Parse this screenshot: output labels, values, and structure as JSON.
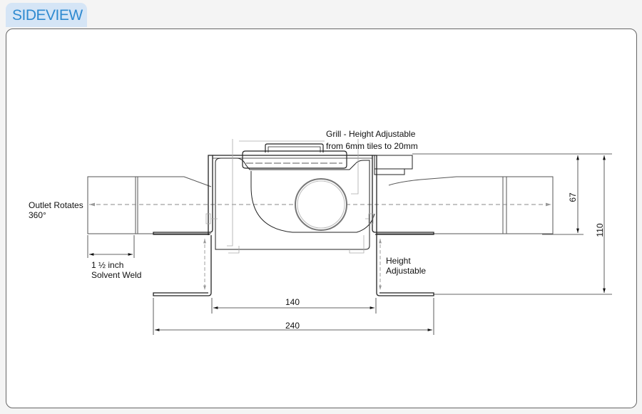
{
  "header": {
    "title": "SIDEVIEW"
  },
  "labels": {
    "outlet_line1": "Outlet Rotates",
    "outlet_line2": "360°",
    "weld_line1": "1 ½ inch",
    "weld_line2": "Solvent Weld",
    "height_line1": "Height",
    "height_line2": "Adjustable",
    "grill_line1": "Grill - Height Adjustable",
    "grill_line2": "from 6mm tiles to 20mm"
  },
  "dimensions": {
    "inner_width": "140",
    "outer_width": "240",
    "outlet_height": "67",
    "total_height": "110"
  },
  "colors": {
    "accent": "#2f8ad0",
    "tab_bg": "#d5e5f6"
  }
}
